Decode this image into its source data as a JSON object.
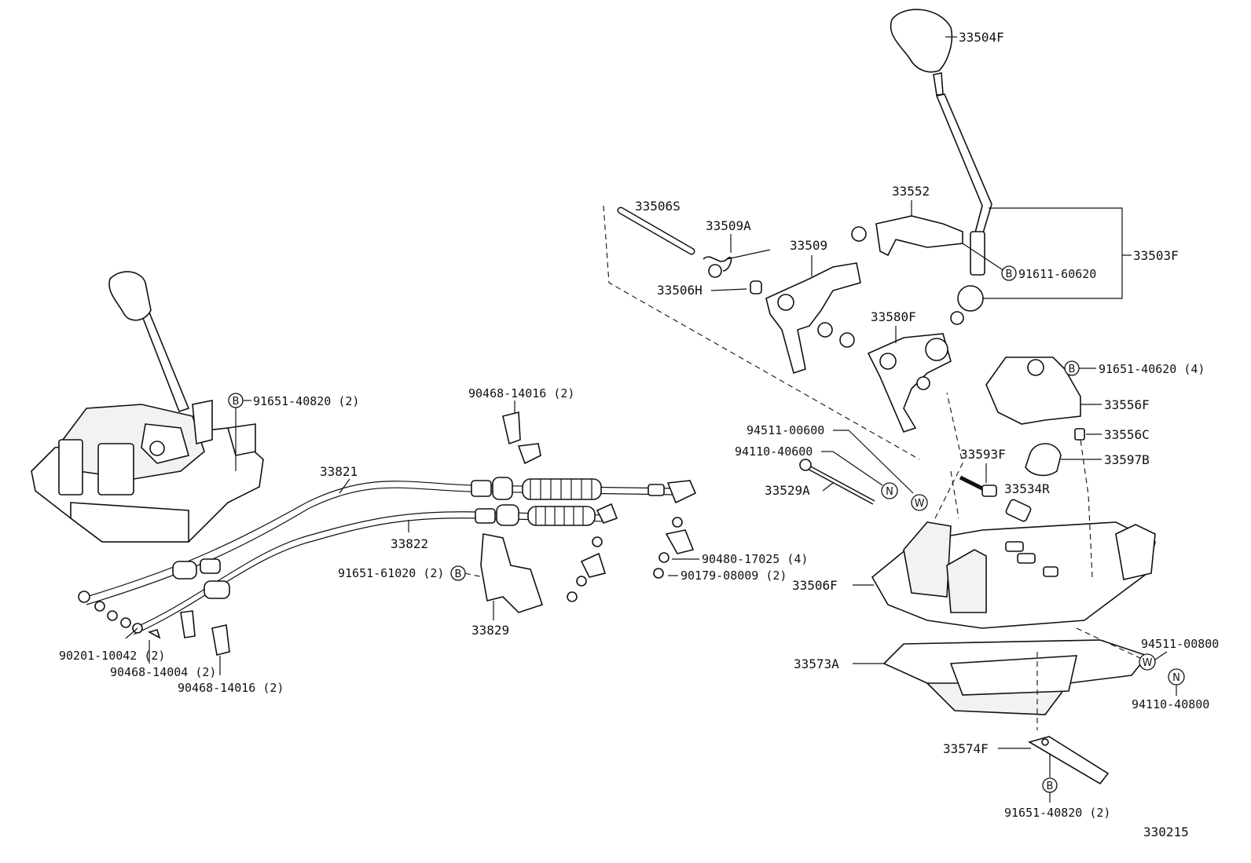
{
  "diagram_id": "330215",
  "labels": {
    "p33504F": "33504F",
    "p33503F": "33503F",
    "p33552": "33552",
    "p91611_60620": "91611-60620",
    "p33506S": "33506S",
    "p33509A": "33509A",
    "p33509": "33509",
    "p33506H": "33506H",
    "p33580F": "33580F",
    "p91651_40620": "91651-40620 (4)",
    "p33556F": "33556F",
    "p33556C": "33556C",
    "p33597B": "33597B",
    "p33593F": "33593F",
    "p33534R": "33534R",
    "p94511_00600": "94511-00600",
    "p94110_40600": "94110-40600",
    "p33529A": "33529A",
    "p33506F": "33506F",
    "p94511_00800": "94511-00800",
    "p94110_40800": "94110-40800",
    "p33573A": "33573A",
    "p33574F": "33574F",
    "p91651_40820_right": "91651-40820 (2)",
    "p91651_40820_left": "91651-40820 (2)",
    "p90468_14016_top": "90468-14016 (2)",
    "p33821": "33821",
    "p33822": "33822",
    "p91651_61020": "91651-61020 (2)",
    "p33829": "33829",
    "p90480_17025": "90480-17025 (4)",
    "p90179_08009": "90179-08009 (2)",
    "p90201_10042": "90201-10042 (2)",
    "p90468_14004": "90468-14004 (2)",
    "p90468_14016_bottom": "90468-14016 (2)"
  },
  "symbols": {
    "bolt": "B",
    "nut": "N",
    "washer": "W"
  }
}
